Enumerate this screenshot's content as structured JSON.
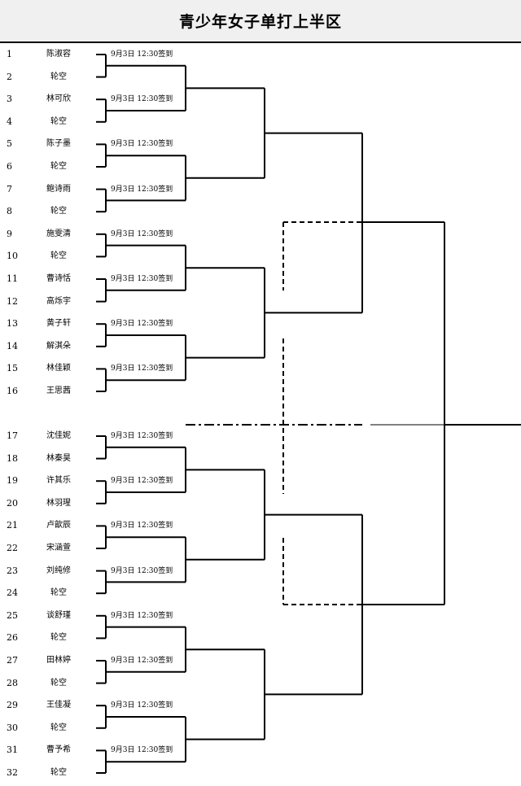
{
  "title": "青少年女子单打上半区",
  "bye_label": "轮空",
  "schedule_label": "9月3日  12:30签到",
  "players": [
    {
      "seed": "1",
      "name": "陈淑容"
    },
    {
      "seed": "2",
      "name": "轮空"
    },
    {
      "seed": "3",
      "name": "林可欣"
    },
    {
      "seed": "4",
      "name": "轮空"
    },
    {
      "seed": "5",
      "name": "陈子墨"
    },
    {
      "seed": "6",
      "name": "轮空"
    },
    {
      "seed": "7",
      "name": "鲍诗雨"
    },
    {
      "seed": "8",
      "name": "轮空"
    },
    {
      "seed": "9",
      "name": "施雯清"
    },
    {
      "seed": "10",
      "name": "轮空"
    },
    {
      "seed": "11",
      "name": "曹诗恬"
    },
    {
      "seed": "12",
      "name": "高烁宇"
    },
    {
      "seed": "13",
      "name": "黄子轩"
    },
    {
      "seed": "14",
      "name": "解淇朵"
    },
    {
      "seed": "15",
      "name": "林佳颖"
    },
    {
      "seed": "16",
      "name": "王思茜"
    },
    {
      "seed": "17",
      "name": "沈佳妮"
    },
    {
      "seed": "18",
      "name": "林秦昊"
    },
    {
      "seed": "19",
      "name": "许其乐"
    },
    {
      "seed": "20",
      "name": "林羽瑆"
    },
    {
      "seed": "21",
      "name": "卢歆辰"
    },
    {
      "seed": "22",
      "name": "宋涵萱"
    },
    {
      "seed": "23",
      "name": "刘纯修"
    },
    {
      "seed": "24",
      "name": "轮空"
    },
    {
      "seed": "25",
      "name": "谈舒瑾"
    },
    {
      "seed": "26",
      "name": "轮空"
    },
    {
      "seed": "27",
      "name": "田林婷"
    },
    {
      "seed": "28",
      "name": "轮空"
    },
    {
      "seed": "29",
      "name": "王佳凝"
    },
    {
      "seed": "30",
      "name": "轮空"
    },
    {
      "seed": "31",
      "name": "曹予希"
    },
    {
      "seed": "32",
      "name": "轮空"
    }
  ],
  "schedules": [
    "9月3日  12:30签到",
    "9月3日  12:30签到",
    "9月3日  12:30签到",
    "9月3日  12:30签到",
    "9月3日  12:30签到",
    "9月3日  12:30签到",
    "9月3日  12:30签到",
    "9月3日  12:30签到",
    "9月3日  12:30签到",
    "9月3日  12:30签到",
    "9月3日  12:30签到",
    "9月3日  12:30签到",
    "9月3日  12:30签到",
    "9月3日  12:30签到",
    "9月3日  12:30签到",
    "9月3日  12:30签到"
  ],
  "colors": {
    "line": "#000000",
    "header_bg": "#f0f0f0"
  }
}
